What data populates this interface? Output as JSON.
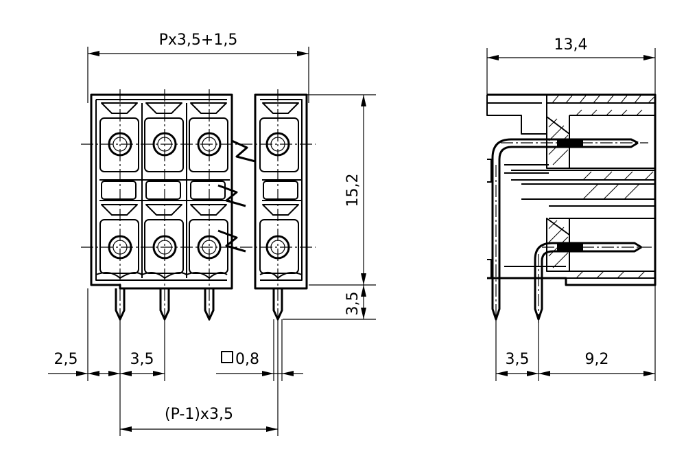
{
  "front_view": {
    "dims": {
      "total_width": "Px3,5+1,5",
      "height": "15,2",
      "pin_length": "3,5",
      "edge_offset": "2,5",
      "pitch": "3,5",
      "pin_square": "0,8",
      "pin_span": "(P-1)x3,5"
    }
  },
  "side_view": {
    "dims": {
      "depth": "13,4",
      "pin_offset": "3,5",
      "body_length": "9,2"
    }
  }
}
